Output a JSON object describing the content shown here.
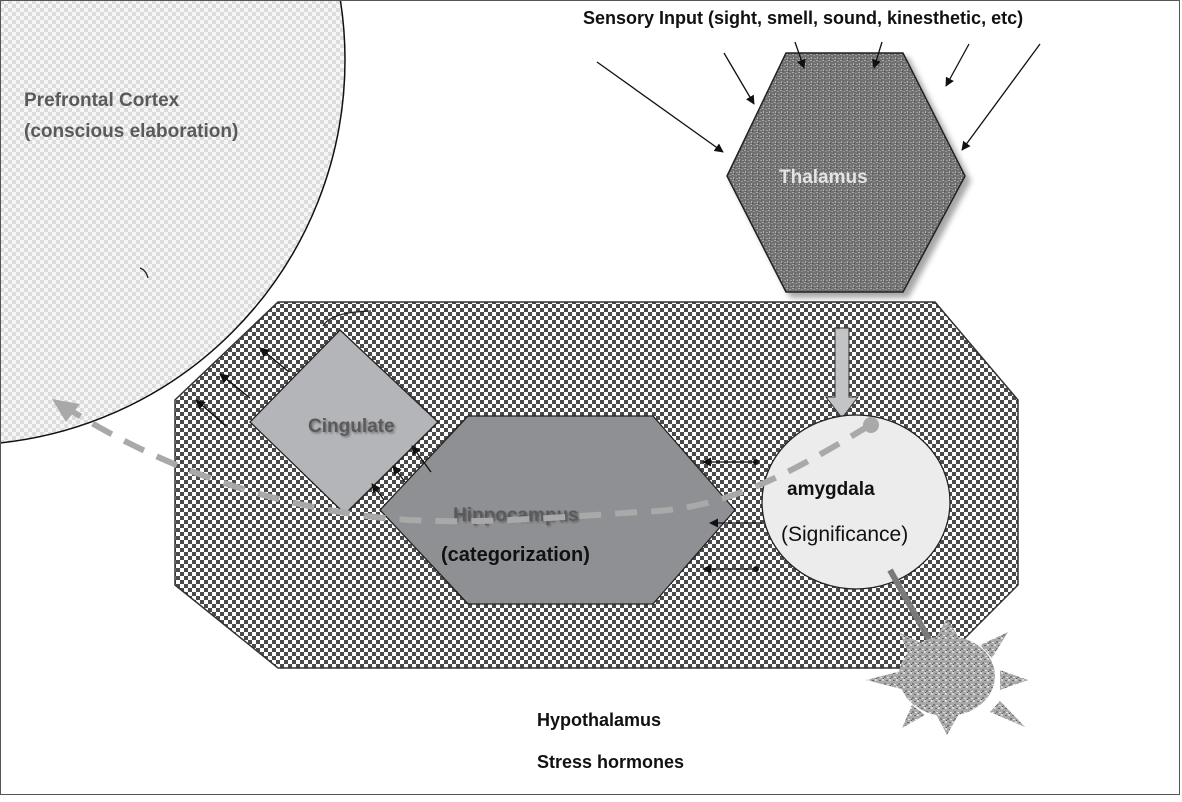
{
  "title": "Sensory Input (sight, smell, sound, kinesthetic, etc)",
  "regions": {
    "prefrontal": {
      "line1": "Prefrontal Cortex",
      "line2": "(conscious elaboration)"
    },
    "thalamus": {
      "label": "Thalamus"
    },
    "cingulate": {
      "label": "Cingulate"
    },
    "hippocampus": {
      "label": "Hippocampus",
      "sublabel": "(categorization)"
    },
    "amygdala": {
      "label": "amygdala",
      "sublabel": "(Significance)"
    }
  },
  "outputs": {
    "hypothalamus": "Hypothalamus",
    "stress": "Stress hormones"
  },
  "colors": {
    "checker_dark": "#444444",
    "checker_light": "#ffffff",
    "prefrontal_checker": "#d8d8d8",
    "thalamus_fill": "#777777",
    "cingulate_fill": "#b4b5b8",
    "hippocampus_fill": "#8e9093",
    "amygdala_fill": "#ececec",
    "dashed_path": "#a9a9a9",
    "arrow_gray": "#7a7a7a",
    "label_gray": "#5a5a5c",
    "text_dark": "#111111"
  }
}
